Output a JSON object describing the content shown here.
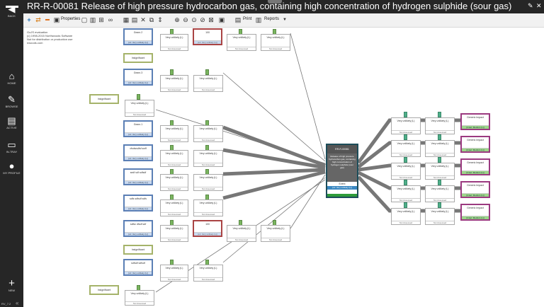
{
  "title": "RR-R-00081 Release of high pressure hydrocarbon gas, containing high concentration of hydrogen sulphide (sour gas)",
  "sidebar": {
    "back": "BACK",
    "items": [
      "HOME",
      "BROWSE",
      "ACTIVE",
      "IN-TRAY",
      "MY PROFILE",
      "NEW"
    ],
    "version": "RV_7.2"
  },
  "toolbar": {
    "properties": "Properties",
    "print": "Print",
    "reports": "Reports"
  },
  "info": [
    "GoJS evaluation",
    "(c) 1998-2015 Northwoods Software",
    "Not for distribution or production use",
    "nwoods.com"
  ],
  "nodes": {
    "cause_gears2": "Gears 2",
    "cause_gears3": "Gears 3",
    "cause_gears1": "Gears 1",
    "cause_a": "xfsdwsdfsf swff",
    "cause_b": "sedf sdf sdfsdf",
    "cause_c": "sdfs sdfsdf sdfs",
    "cause_d": "sdfsx dfsdf sdf",
    "cause_e": "sdfsdf sdfsdf",
    "cause_sub": "(L4: Very unlikely (L))",
    "insignificant": "Insignificant",
    "very_unlikely": "Very unlikely (L)",
    "not_assessed": "Not Assessed",
    "sil": "100",
    "sil_sub": "(L4: Very unlikely (L))",
    "generic_impact": "Generic Impact",
    "cons_sub": "(C1ac: Medium (L))"
  },
  "top_event": {
    "id": "RR-R-00081",
    "main": "Release of high pressure hydrocarbon gas, containing high concentration of hydrogen sulphide (sour gas)",
    "event": "Event",
    "sub": "(L4: Very unlikely (L))"
  }
}
